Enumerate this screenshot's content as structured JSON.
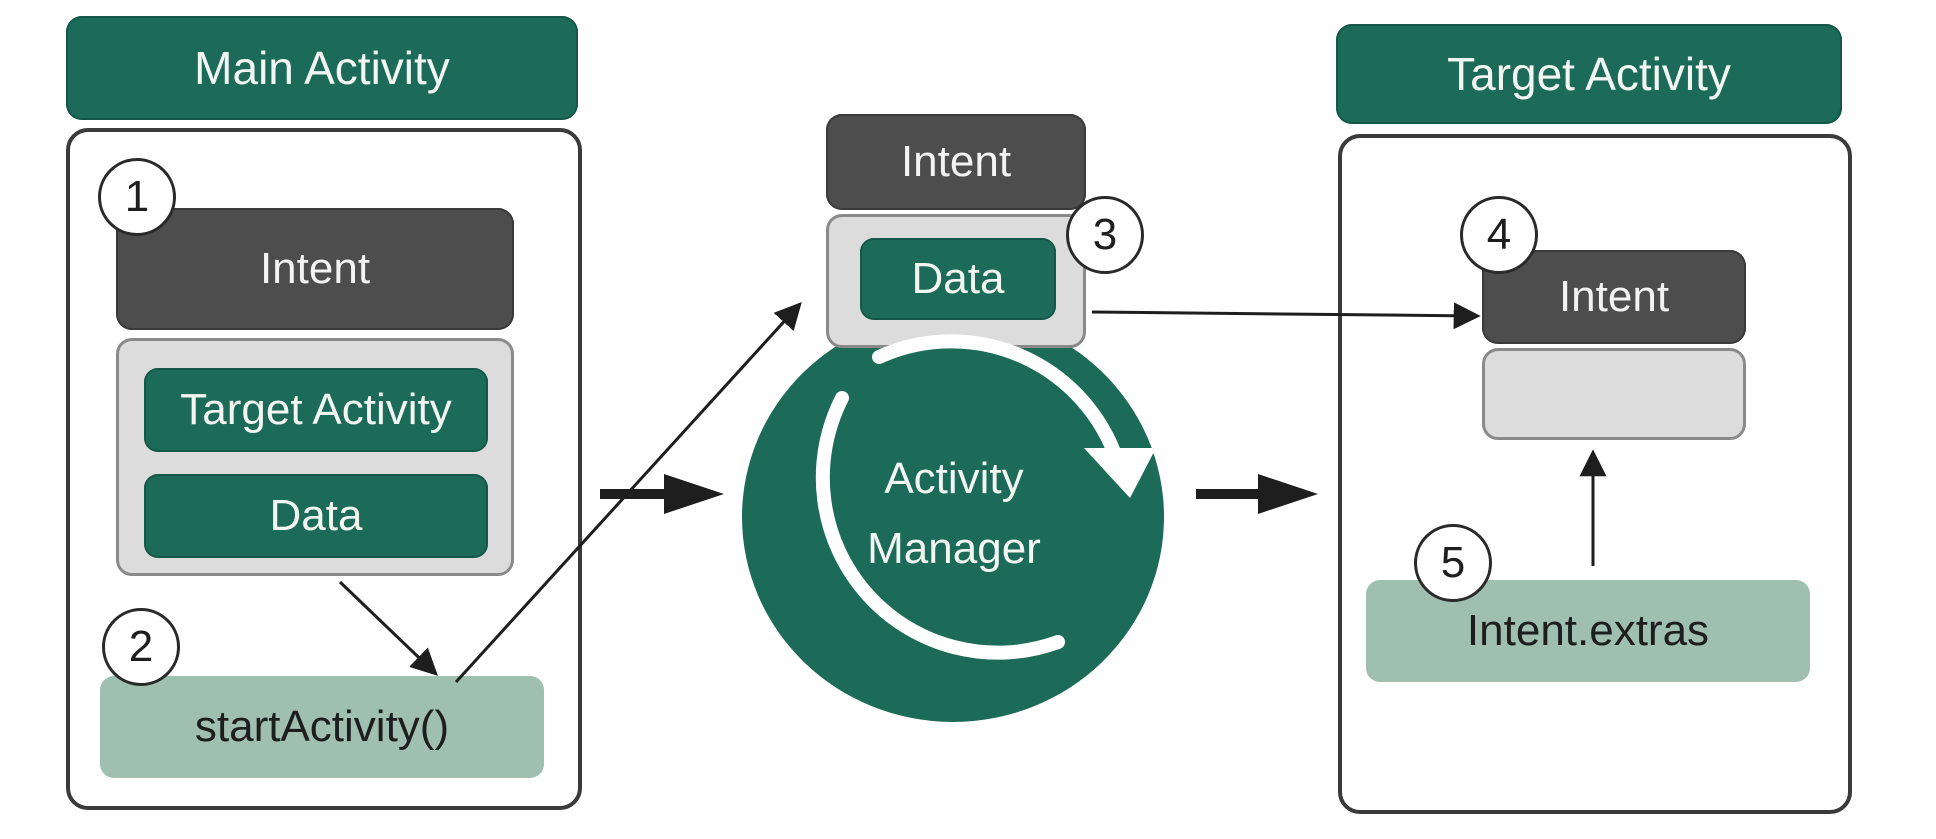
{
  "main_activity": {
    "title": "Main Activity",
    "step1": "1",
    "intent": "Intent",
    "target_activity": "Target Activity",
    "data": "Data",
    "step2": "2",
    "start_activity": "startActivity()"
  },
  "activity_manager": {
    "intent": "Intent",
    "data": "Data",
    "step3": "3",
    "label_line1": "Activity",
    "label_line2": "Manager"
  },
  "target_activity": {
    "title": "Target Activity",
    "step4": "4",
    "intent": "Intent",
    "step5": "5",
    "extras": "Intent.extras"
  },
  "colors": {
    "green": "#1c6b59",
    "dark_gray": "#4d4d4d",
    "light_gray": "#dcdcdc",
    "pale_green": "#9fbfb1"
  }
}
